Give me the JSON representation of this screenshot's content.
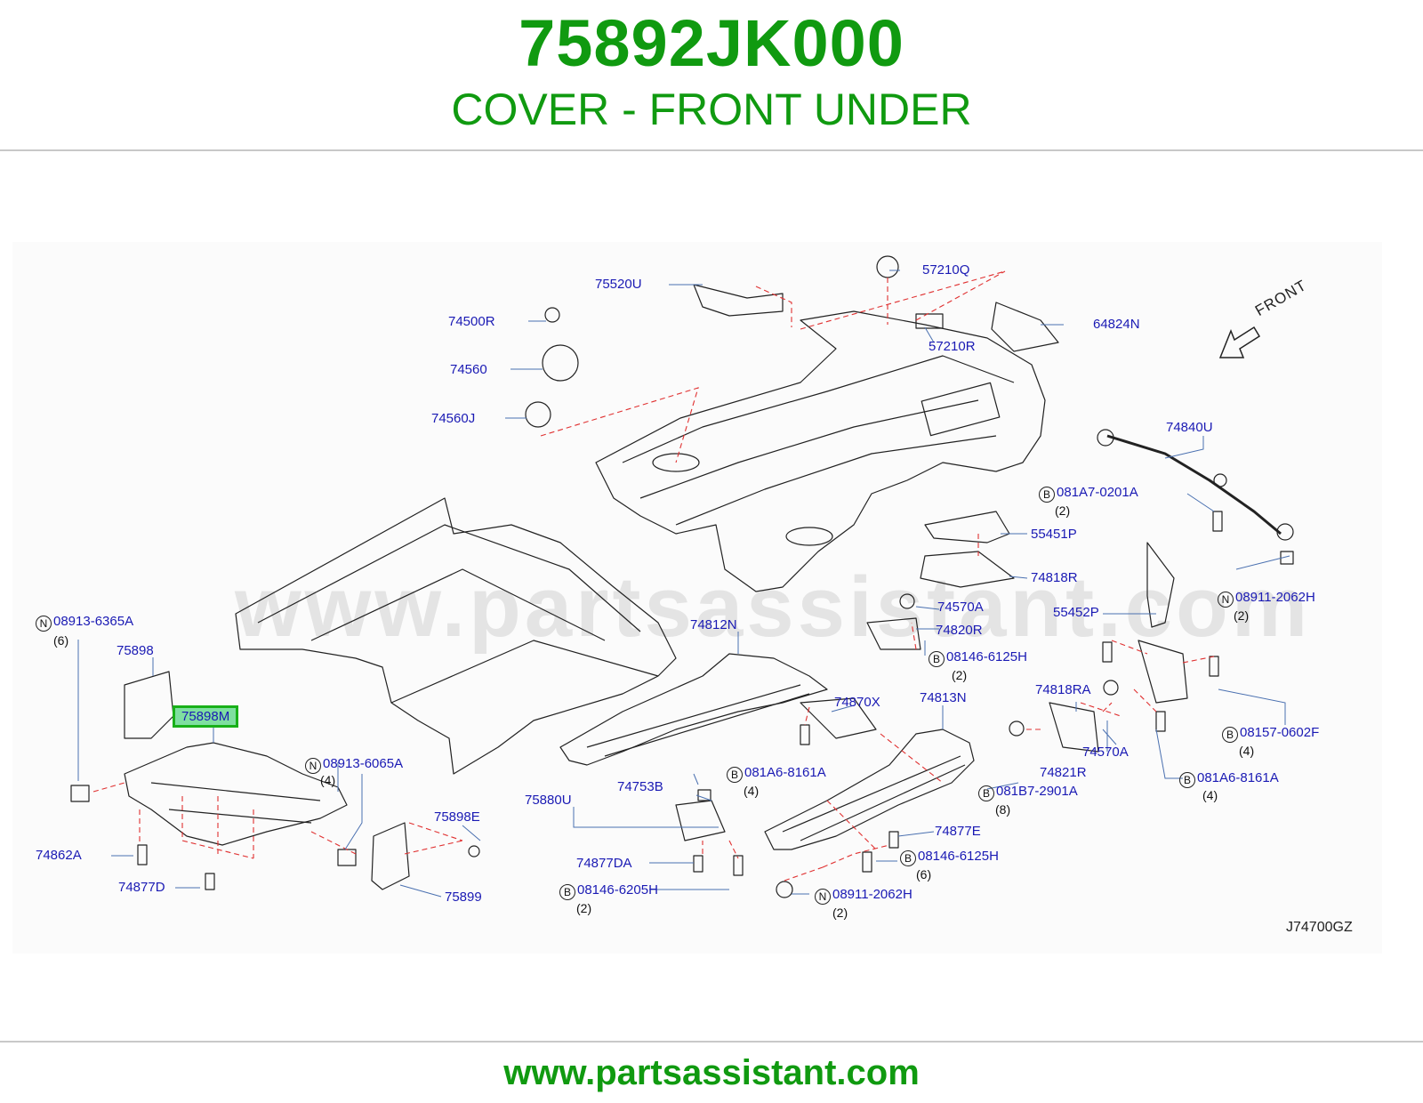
{
  "header": {
    "part_number": "75892JK000",
    "part_name": "COVER - FRONT UNDER"
  },
  "diagram": {
    "watermark": "www.partsassistant.com",
    "orientation_label": "FRONT",
    "reference_code": "J74700GZ",
    "labels": [
      {
        "id": "p75520U",
        "text": "75520U"
      },
      {
        "id": "p57210Q",
        "text": "57210Q"
      },
      {
        "id": "p74500R",
        "text": "74500R"
      },
      {
        "id": "p64824N",
        "text": "64824N"
      },
      {
        "id": "p57210R",
        "text": "57210R"
      },
      {
        "id": "p74560",
        "text": "74560"
      },
      {
        "id": "p74560J",
        "text": "74560J"
      },
      {
        "id": "p74840U",
        "text": "74840U"
      },
      {
        "id": "p081A7_0201A",
        "text": "081A7-0201A",
        "badge": "B",
        "qty": "(2)"
      },
      {
        "id": "p55451P",
        "text": "55451P"
      },
      {
        "id": "p74818R",
        "text": "74818R"
      },
      {
        "id": "p08911_2062H_r",
        "text": "08911-2062H",
        "badge": "N",
        "qty": "(2)"
      },
      {
        "id": "p74570A_1",
        "text": "74570A"
      },
      {
        "id": "p55452P",
        "text": "55452P"
      },
      {
        "id": "p74820R",
        "text": "74820R"
      },
      {
        "id": "p08913_6365A",
        "text": "08913-6365A",
        "badge": "N",
        "qty": "(6)"
      },
      {
        "id": "p75898",
        "text": "75898"
      },
      {
        "id": "p74812N",
        "text": "74812N"
      },
      {
        "id": "p08146_6125H_a",
        "text": "08146-6125H",
        "badge": "B",
        "qty": "(2)"
      },
      {
        "id": "p75898M",
        "text": "75898M",
        "highlight": true
      },
      {
        "id": "p74870X",
        "text": "74870X"
      },
      {
        "id": "p74813N",
        "text": "74813N"
      },
      {
        "id": "p74818RA",
        "text": "74818RA"
      },
      {
        "id": "p08157_0602F",
        "text": "08157-0602F",
        "badge": "B",
        "qty": "(4)"
      },
      {
        "id": "p08913_6065A",
        "text": "08913-6065A",
        "badge": "N",
        "qty": "(4)"
      },
      {
        "id": "p74570A_2",
        "text": "74570A"
      },
      {
        "id": "p081A6_8161A_a",
        "text": "081A6-8161A",
        "badge": "B",
        "qty": "(4)"
      },
      {
        "id": "p74821R",
        "text": "74821R"
      },
      {
        "id": "p081A6_8161A_b",
        "text": "081A6-8161A",
        "badge": "B",
        "qty": "(4)"
      },
      {
        "id": "p74753B",
        "text": "74753B"
      },
      {
        "id": "p081B7_2901A",
        "text": "081B7-2901A",
        "badge": "B",
        "qty": "(8)"
      },
      {
        "id": "p75880U",
        "text": "75880U"
      },
      {
        "id": "p75898E",
        "text": "75898E"
      },
      {
        "id": "p74877E",
        "text": "74877E"
      },
      {
        "id": "p74862A",
        "text": "74862A"
      },
      {
        "id": "p74877DA",
        "text": "74877DA"
      },
      {
        "id": "p08146_6125H_b",
        "text": "08146-6125H",
        "badge": "B",
        "qty": "(6)"
      },
      {
        "id": "p74877D",
        "text": "74877D"
      },
      {
        "id": "p08146_6205H",
        "text": "08146-6205H",
        "badge": "B",
        "qty": "(2)"
      },
      {
        "id": "p08911_2062H_b",
        "text": "08911-2062H",
        "badge": "N",
        "qty": "(2)"
      },
      {
        "id": "p75899",
        "text": "75899"
      }
    ]
  },
  "footer": {
    "website": "www.partsassistant.com"
  }
}
